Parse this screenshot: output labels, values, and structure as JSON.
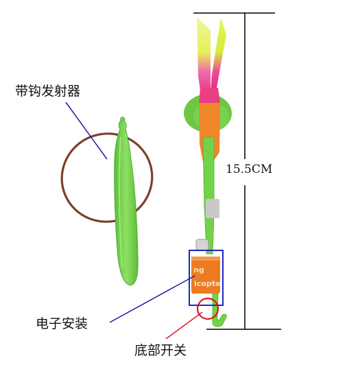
{
  "labels": {
    "hook_launcher": "带钩发射器",
    "electronic_mount": "电子安装",
    "bottom_switch": "底部开关",
    "height_dimension": "15.5CM"
  },
  "product_print": {
    "line1": "ng",
    "line2": "icopte"
  },
  "colors": {
    "plastic_green": "#74d14a",
    "rubber_band": "#7a3f2a",
    "blade_pink": "#e8308a",
    "blade_yellow": "#e8f05a",
    "body_orange": "#f0862a",
    "leader_blue": "#1a1aa0",
    "highlight_blue": "#1a28c0",
    "highlight_red": "#d81820"
  }
}
